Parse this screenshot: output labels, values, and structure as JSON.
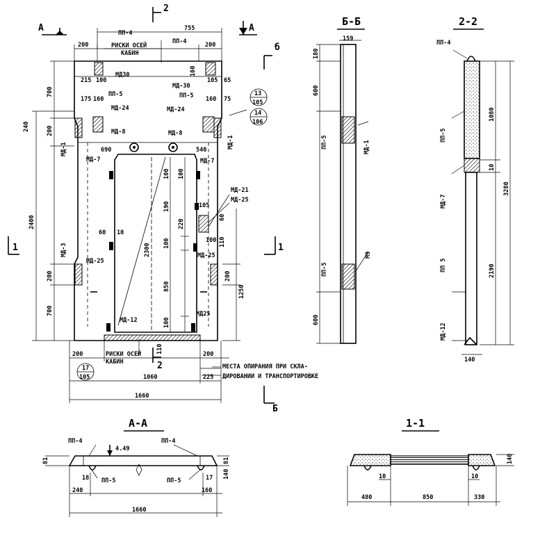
{
  "sections": {
    "section_B_title": "Б-Б",
    "section_22_title": "2-2",
    "section_AA_title": "А-А",
    "section_11_title": "1-1"
  },
  "cut_marks": {
    "A_left": "А",
    "A_right": "А",
    "two_top": "2",
    "two_bottom": "2",
    "B_top": "б",
    "B_bottom": "Б",
    "one_left": "1",
    "one_right": "1"
  },
  "plan": {
    "dim_200_tl": "200",
    "dim_755": "755",
    "dim_200_tr": "200",
    "pp4_left": "ПП-4",
    "pp4_right": "ПП-4",
    "riski_osei_top": "РИСКИ ОСЕЙ",
    "kabin_top": "КАБИН",
    "md30_left": "МД30",
    "md30_right": "МД-30",
    "dim_215": "215",
    "dim_100a": "100",
    "dim_160a": "160",
    "dim_105": "105",
    "dim_65": "65",
    "dim_700_top": "700",
    "pp5_left": "ПП-5",
    "pp5_right": "ПП-5",
    "dim_175": "175",
    "dim_160b": "160",
    "dim_160c": "160",
    "dim_75": "75",
    "circ_13": "13",
    "circ_13_sub": "105",
    "circ_14": "14",
    "circ_14_sub": "106",
    "md24_left": "МД-24",
    "md24_right": "МД-24",
    "dim_240": "240",
    "dim_200_l": "200",
    "md1_left": "МД-1",
    "md1_right": "МД-1",
    "md8_left": "МД-8",
    "md8_right": "МД-8",
    "dim_690": "690",
    "dim_540": "540",
    "md7_left": "МД-7",
    "md7_right": "МД-7",
    "dim_100b": "100",
    "dim_100c": "100",
    "dim_2400": "2400",
    "md21": "МД-21",
    "md25_top": "МД-25",
    "dim_190": "190",
    "dim_105b": "105",
    "dim_220": "220",
    "dim_2300": "2300",
    "dim_60": "60",
    "md3": "МД-3",
    "dim_60b": "60",
    "dim_10": "10",
    "dim_100d": "100",
    "dim_110": "110",
    "dim_100e": "100",
    "md25_mid_left": "МД-25",
    "md25_mid_right": "МД-25",
    "dim_200_ml": "200",
    "dim_200_mr": "200",
    "dim_850": "850",
    "dim_1250": "1250",
    "dim_700_bot": "700",
    "md12": "МД-12",
    "md25_bot": "МД25",
    "dim_100f": "100",
    "riski_osei_bot": "РИСКИ ОСЕЙ",
    "kabin_bot": "КАБИН",
    "dim_200_bl": "200",
    "dim_110b": "110",
    "dim_200_br": "200",
    "circ_17": "17",
    "circ_17_sub": "105",
    "dim_1060": "1060",
    "dim_225": "225",
    "dim_1660": "1660",
    "note_line1": "МЕСТА ОПИРАНИЯ ПРИ СКЛА-",
    "note_line2": "ДИРОВАНИИ И ТРАНСПОРТИРОВКЕ"
  },
  "section_b": {
    "dim_180": "180",
    "dim_159": "159",
    "dim_600_top": "600",
    "pp5_top": "ПП-5",
    "md1": "МД-1",
    "pp5_bot": "ПП-5",
    "md9": "М9",
    "dim_600_bot": "600"
  },
  "section_22": {
    "pp4": "ПП-4",
    "dim_1080": "1080",
    "pp5_top": "ПП-5",
    "dim_10": "10",
    "md7": "МД-7",
    "dim_3280": "3280",
    "dim_2190": "2190",
    "pp5_bot": "ПП 5",
    "md12": "МД-12",
    "dim_140": "140"
  },
  "section_aa": {
    "pp4_left": "ПП-4",
    "pp4_right": "ПП-4",
    "dim_449": "4.49",
    "dim_81_left": "81",
    "dim_81_right": "81",
    "dim_140": "140",
    "pp5_left": "ПП-5",
    "pp5_right": "ПП-5",
    "dim_18": "18",
    "dim_17": "17",
    "dim_240": "240",
    "dim_160": "160",
    "dim_1660": "1660"
  },
  "section_11": {
    "dim_10_left": "10",
    "dim_10_right": "10",
    "dim_480": "480",
    "dim_850": "850",
    "dim_330": "330",
    "dim_140": "140"
  }
}
